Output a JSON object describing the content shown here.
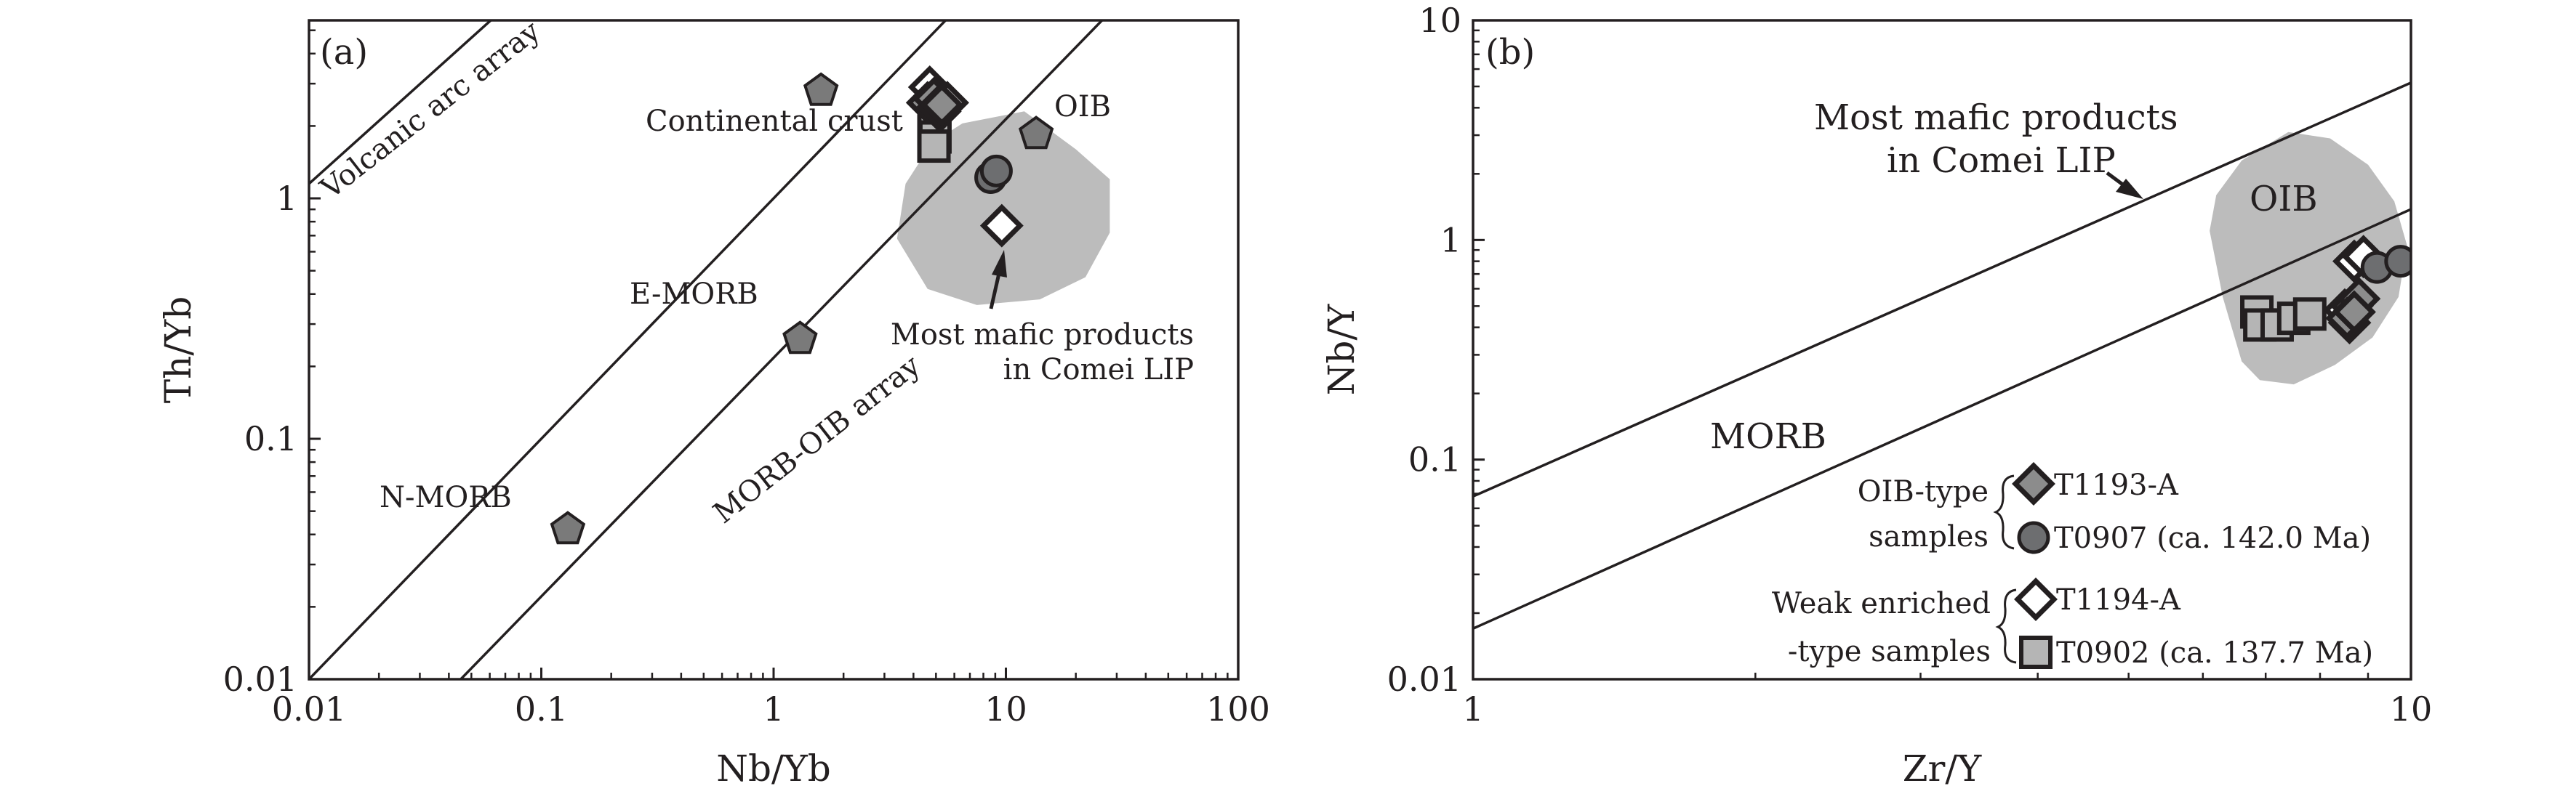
{
  "chart_data": [
    {
      "panel_label": "(a)",
      "type": "scatter",
      "xscale": "log",
      "yscale": "log",
      "xlabel": "Nb/Yb",
      "ylabel": "Th/Yb",
      "xlim": [
        0.01,
        100
      ],
      "ylim": [
        0.01,
        5.5
      ],
      "xticks": [
        {
          "value": 0.01,
          "label": "0.01"
        },
        {
          "value": 0.1,
          "label": "0.1"
        },
        {
          "value": 1,
          "label": "1"
        },
        {
          "value": 10,
          "label": "10"
        },
        {
          "value": 100,
          "label": "100"
        }
      ],
      "yticks": [
        {
          "value": 0.01,
          "label": "0.01"
        },
        {
          "value": 0.1,
          "label": "0.1"
        },
        {
          "value": 1,
          "label": "1"
        }
      ],
      "lines": [
        {
          "label": "Volcanic arc array",
          "points": [
            [
              0.01,
              1.15
            ],
            [
              0.08,
              7
            ]
          ]
        },
        {
          "points": [
            [
              0.01,
              0.01
            ],
            [
              60,
              60
            ]
          ]
        },
        {
          "label": "MORB-OIB array",
          "points": [
            [
              0.045,
              0.01
            ],
            [
              100,
              21
            ]
          ]
        }
      ],
      "regions": [
        {
          "label": "Most mafic products in Comei LIP",
          "polygon": [
            [
              6.5,
              2.05
            ],
            [
              12,
              2.3
            ],
            [
              20,
              1.6
            ],
            [
              28,
              1.2
            ],
            [
              28,
              0.72
            ],
            [
              22,
              0.47
            ],
            [
              14,
              0.38
            ],
            [
              7.5,
              0.36
            ],
            [
              4.6,
              0.42
            ],
            [
              3.4,
              0.68
            ],
            [
              3.7,
              1.15
            ],
            [
              4.8,
              1.7
            ]
          ]
        }
      ],
      "reference_points": [
        {
          "label": "Continental crust",
          "x": 1.6,
          "y": 2.8
        },
        {
          "label": "OIB",
          "x": 13.5,
          "y": 1.85
        },
        {
          "label": "E-MORB",
          "x": 1.3,
          "y": 0.26
        },
        {
          "label": "N-MORB",
          "x": 0.13,
          "y": 0.042
        }
      ],
      "series": [
        {
          "name": "T1193-A",
          "marker": "diamond-gray",
          "points": [
            [
              4.6,
              2.5
            ],
            [
              4.9,
              2.6
            ],
            [
              5.1,
              2.4
            ],
            [
              5.3,
              2.45
            ]
          ]
        },
        {
          "name": "T0907",
          "marker": "circle-gray",
          "points": [
            [
              8.6,
              1.22
            ],
            [
              9.1,
              1.3
            ]
          ]
        },
        {
          "name": "T1194-A",
          "marker": "diamond-white",
          "points": [
            [
              4.7,
              2.9
            ],
            [
              5.0,
              2.65
            ],
            [
              5.2,
              2.3
            ],
            [
              5.6,
              2.5
            ],
            [
              9.6,
              0.77
            ]
          ]
        },
        {
          "name": "T0902",
          "marker": "square-gray",
          "points": [
            [
              4.9,
              1.95
            ],
            [
              4.95,
              1.8
            ],
            [
              4.9,
              1.65
            ]
          ]
        }
      ],
      "annotations": [
        {
          "text": "Volcanic arc array"
        },
        {
          "text": "Continental crust"
        },
        {
          "text": "OIB"
        },
        {
          "text": "E-MORB"
        },
        {
          "text": "N-MORB"
        },
        {
          "text": "MORB-OIB array"
        },
        {
          "text": "Most mafic products"
        },
        {
          "text": "in Comei LIP"
        }
      ]
    },
    {
      "panel_label": "(b)",
      "type": "scatter",
      "xscale": "log",
      "yscale": "log",
      "xlabel": "Zr/Y",
      "ylabel": "Nb/Y",
      "xlim": [
        1,
        10
      ],
      "ylim": [
        0.01,
        10
      ],
      "xticks": [
        {
          "value": 1,
          "label": "1"
        },
        {
          "value": 10,
          "label": "10"
        }
      ],
      "yticks": [
        {
          "value": 0.01,
          "label": "0.01"
        },
        {
          "value": 0.1,
          "label": "0.1"
        },
        {
          "value": 1,
          "label": "1"
        },
        {
          "value": 10,
          "label": "10"
        }
      ],
      "lines": [
        {
          "points": [
            [
              1,
              0.068
            ],
            [
              10,
              5.2
            ]
          ]
        },
        {
          "points": [
            [
              1,
              0.017
            ],
            [
              10,
              1.38
            ]
          ]
        }
      ],
      "regions": [
        {
          "label": "OIB",
          "polygon": [
            [
              7.4,
              3.1
            ],
            [
              8.2,
              2.9
            ],
            [
              9.0,
              2.2
            ],
            [
              9.6,
              1.5
            ],
            [
              9.9,
              0.95
            ],
            [
              9.7,
              0.55
            ],
            [
              9.1,
              0.36
            ],
            [
              8.3,
              0.27
            ],
            [
              7.5,
              0.22
            ],
            [
              6.9,
              0.23
            ],
            [
              6.6,
              0.28
            ],
            [
              6.3,
              0.55
            ],
            [
              6.1,
              1.1
            ],
            [
              6.2,
              1.6
            ],
            [
              6.6,
              2.3
            ]
          ]
        }
      ],
      "series": [
        {
          "name": "T1193-A",
          "marker": "diamond-gray",
          "points": [
            [
              8.65,
              0.5
            ],
            [
              8.8,
              0.54
            ],
            [
              8.55,
              0.44
            ],
            [
              8.7,
              0.47
            ]
          ]
        },
        {
          "name": "T0907",
          "marker": "circle-gray",
          "points": [
            [
              9.2,
              0.75
            ],
            [
              9.75,
              0.8
            ]
          ]
        },
        {
          "name": "T1194-A",
          "marker": "diamond-white",
          "points": [
            [
              8.7,
              0.8
            ],
            [
              8.9,
              0.84
            ],
            [
              8.5,
              0.48
            ],
            [
              8.6,
              0.42
            ]
          ]
        },
        {
          "name": "T0902",
          "marker": "square-gray",
          "points": [
            [
              6.85,
              0.47
            ],
            [
              6.9,
              0.41
            ],
            [
              7.2,
              0.41
            ],
            [
              7.5,
              0.44
            ],
            [
              7.8,
              0.46
            ]
          ]
        }
      ],
      "annotations": [
        {
          "text": "Most mafic products"
        },
        {
          "text": "in Comei LIP"
        },
        {
          "text": "OIB"
        },
        {
          "text": "MORB"
        }
      ],
      "legend": {
        "placement": "bottom-right",
        "groups": [
          {
            "label_lines": [
              "OIB-type",
              "samples"
            ],
            "entries": [
              {
                "marker": "diamond-gray",
                "label": "T1193-A"
              },
              {
                "marker": "circle-gray",
                "label": "T0907 (ca. 142.0 Ma)"
              }
            ]
          },
          {
            "label_lines": [
              "Weak enriched",
              "-type samples"
            ],
            "entries": [
              {
                "marker": "diamond-white",
                "label": "T1194-A"
              },
              {
                "marker": "square-gray",
                "label": "T0902 (ca. 137.7 Ma)"
              }
            ]
          }
        ]
      }
    }
  ],
  "colors": {
    "axis": "#231f20",
    "region_fill": "#bcbcbc",
    "marker_gray": "#8c8c8c",
    "marker_white": "#ffffff"
  }
}
